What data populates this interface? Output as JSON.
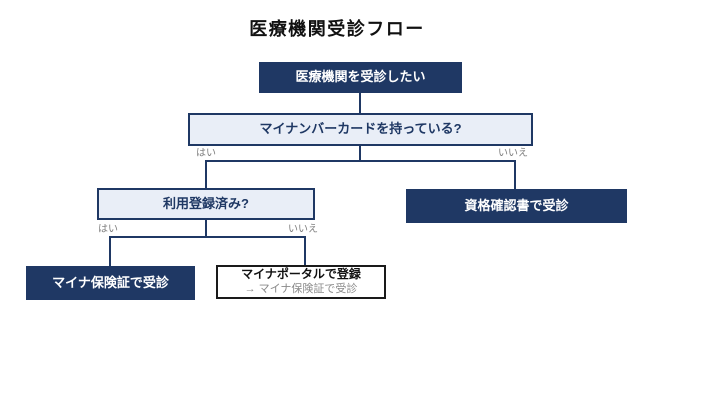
{
  "title": "医療機関受診フロー",
  "flow": {
    "start": "医療機関を受診したい",
    "q1": "マイナンバーカードを持っている?",
    "q1_yes_label": "はい",
    "q1_no_label": "いいえ",
    "q2": "利用登録済み?",
    "q2_yes_label": "はい",
    "q2_no_label": "いいえ",
    "outcome_no_card": "資格確認書で受診",
    "outcome_registered": "マイナ保険証で受診",
    "outcome_register_line1": "マイナポータルで登録",
    "outcome_register_line2": "→ マイナ保険証で受診"
  },
  "colors": {
    "node_dark": "#1f3864",
    "node_light_fill": "#e9eef7",
    "connector": "#1f3864",
    "branch_label_gray": "#7f7f7f",
    "outline_border_black": "#1a1a1a"
  }
}
